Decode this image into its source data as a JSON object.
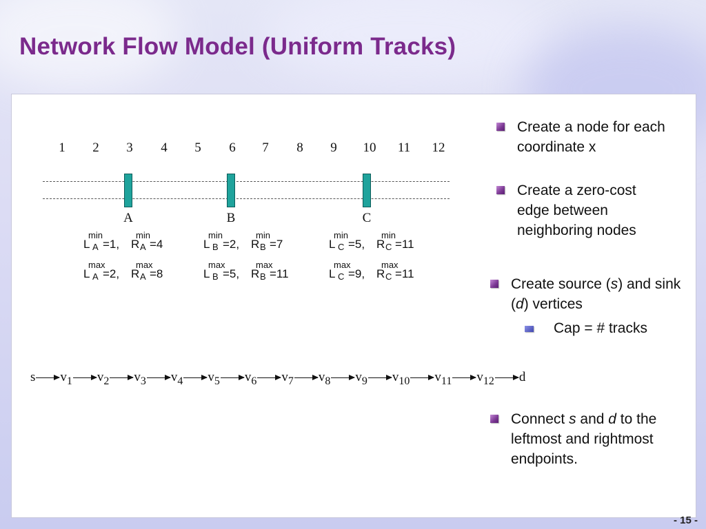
{
  "title": "Network Flow Model (Uniform Tracks)",
  "axis_numbers": [
    "1",
    "2",
    "3",
    "4",
    "5",
    "6",
    "7",
    "8",
    "9",
    "10",
    "11",
    "12"
  ],
  "segments": [
    {
      "label": "A",
      "L_min": "=1,",
      "R_min": "=4",
      "L_max": "=2,",
      "R_max": "=8",
      "sub": "A"
    },
    {
      "label": "B",
      "L_min": "=2,",
      "R_min": "=7",
      "L_max": "=5,",
      "R_max": "=11",
      "sub": "B"
    },
    {
      "label": "C",
      "L_min": "=5,",
      "R_min": "=11",
      "L_max": "=9,",
      "R_max": "=11",
      "sub": "C"
    }
  ],
  "spec_words": {
    "min": "min",
    "max": "max",
    "L": "L",
    "R": "R"
  },
  "flow": {
    "source": "s",
    "sink": "d",
    "v": "v",
    "nodes": [
      "1",
      "2",
      "3",
      "4",
      "5",
      "6",
      "7",
      "8",
      "9",
      "10",
      "11",
      "12"
    ]
  },
  "bullets": {
    "b1": "Create a node for each coordinate x",
    "b2": "Create a zero-cost edge between neighboring nodes",
    "b3_pre": "Create source (",
    "b3_s": "s",
    "b3_mid": ") and sink (",
    "b3_d": "d",
    "b3_post": ") vertices",
    "b3_sub": "Cap = #  tracks",
    "b4_pre": "Connect ",
    "b4_s": "s",
    "b4_mid": " and ",
    "b4_d": "d",
    "b4_post": " to the leftmost and rightmost endpoints."
  },
  "page_number": "- 15 -"
}
